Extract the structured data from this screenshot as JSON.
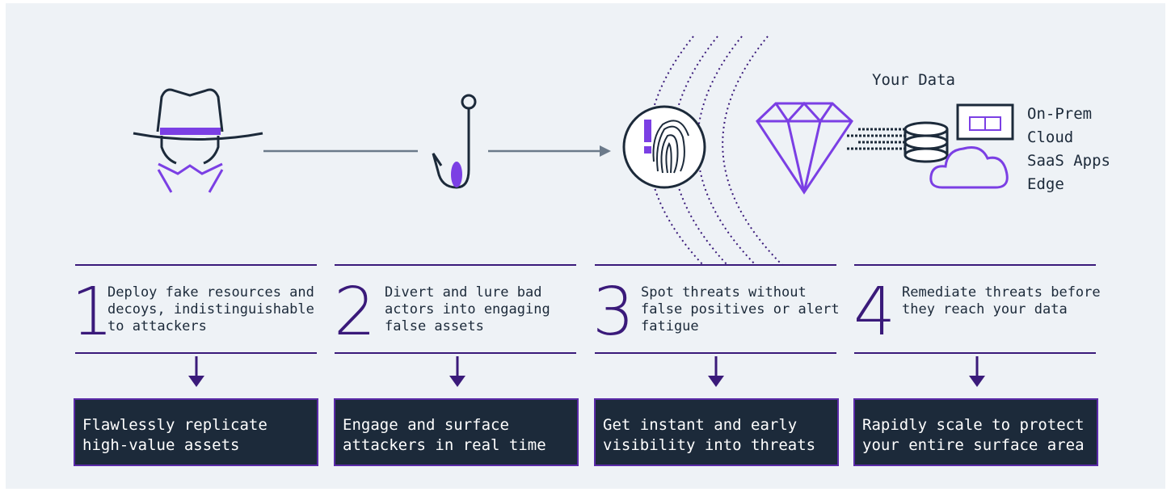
{
  "data_label": "Your Data",
  "locations": [
    "On-Prem",
    "Cloud",
    "SaaS Apps",
    "Edge"
  ],
  "steps": [
    {
      "number": "1",
      "text": [
        "Deploy fake resources and",
        "decoys, indistinguishable",
        "to attackers"
      ],
      "outcome": [
        "Flawlessly replicate",
        "high-value assets"
      ]
    },
    {
      "number": "2",
      "text": [
        "Divert and lure bad",
        "actors into engaging",
        "false assets"
      ],
      "outcome": [
        "Engage and surface",
        "attackers in real time"
      ]
    },
    {
      "number": "3",
      "text": [
        "Spot threats without",
        "false positives or alert",
        "fatigue"
      ],
      "outcome": [
        "Get instant and early",
        "visibility into threats"
      ]
    },
    {
      "number": "4",
      "text": [
        "Remediate threats before",
        "they reach your data"
      ],
      "outcome": [
        "Rapidly scale to protect",
        "your entire surface area"
      ]
    }
  ],
  "icons": [
    "hacker-icon",
    "fishing-hook-icon",
    "fingerprint-alert-icon",
    "gem-icon",
    "database-icon",
    "cloud-icon",
    "server-icon"
  ],
  "colors": {
    "accent": "#7b3fe4",
    "dark": "#1c2a3a",
    "line": "#3a1a7a",
    "panel": "#eef2f6"
  }
}
